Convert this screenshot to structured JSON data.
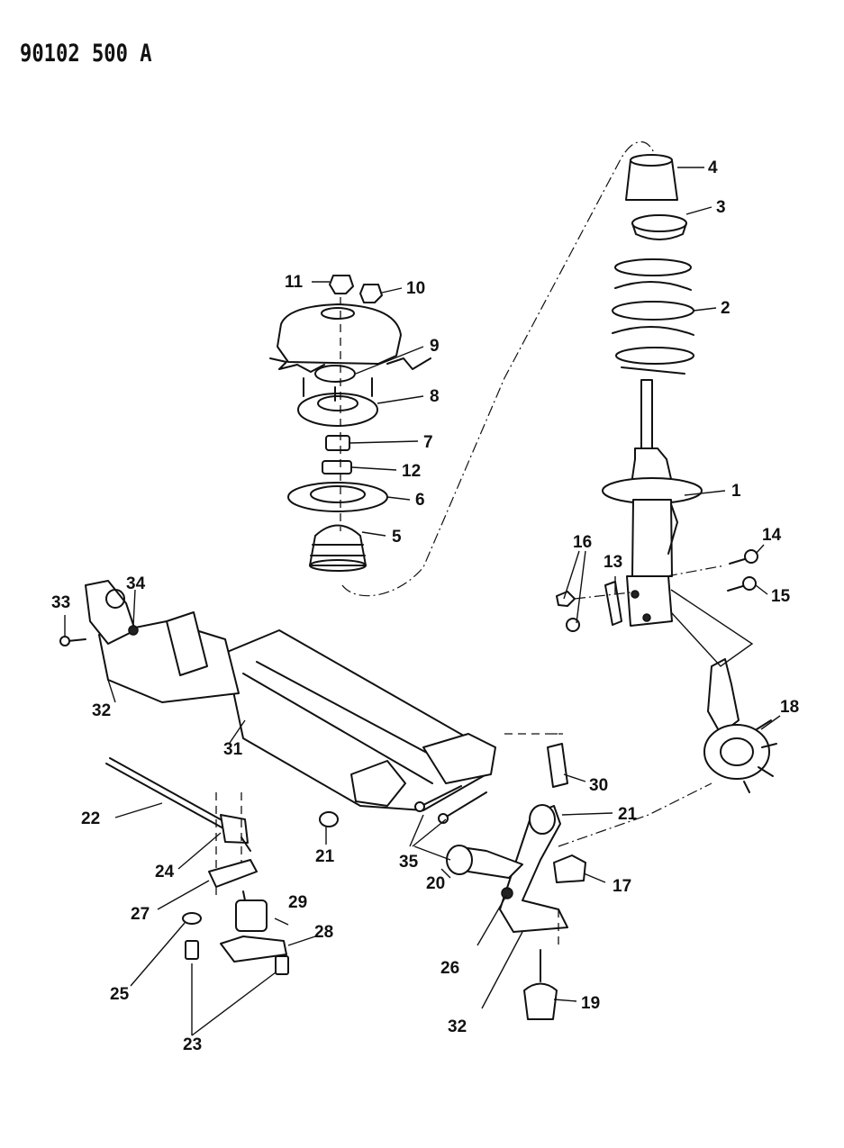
{
  "document": {
    "id": "90102 500  A"
  },
  "callouts": [
    {
      "label": "1"
    },
    {
      "label": "2"
    },
    {
      "label": "3"
    },
    {
      "label": "4"
    },
    {
      "label": "5"
    },
    {
      "label": "6"
    },
    {
      "label": "7"
    },
    {
      "label": "8"
    },
    {
      "label": "9"
    },
    {
      "label": "10"
    },
    {
      "label": "11"
    },
    {
      "label": "12"
    },
    {
      "label": "13"
    },
    {
      "label": "14"
    },
    {
      "label": "15"
    },
    {
      "label": "16"
    },
    {
      "label": "17"
    },
    {
      "label": "18"
    },
    {
      "label": "19"
    },
    {
      "label": "20"
    },
    {
      "label": "21"
    },
    {
      "label": "21"
    },
    {
      "label": "22"
    },
    {
      "label": "23"
    },
    {
      "label": "24"
    },
    {
      "label": "25"
    },
    {
      "label": "26"
    },
    {
      "label": "27"
    },
    {
      "label": "28"
    },
    {
      "label": "29"
    },
    {
      "label": "30"
    },
    {
      "label": "31"
    },
    {
      "label": "32"
    },
    {
      "label": "32"
    },
    {
      "label": "33"
    },
    {
      "label": "34"
    },
    {
      "label": "35"
    }
  ]
}
